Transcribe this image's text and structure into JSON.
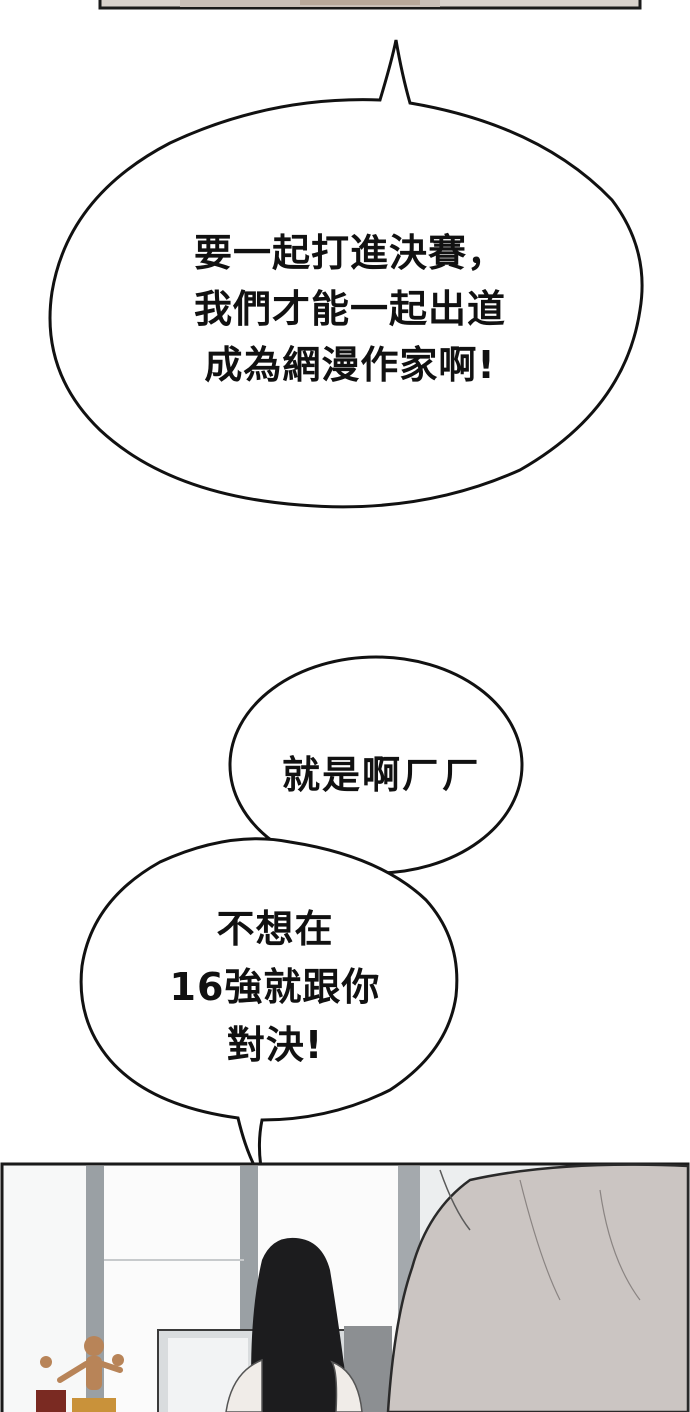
{
  "panel_top": {
    "description_hidden": true
  },
  "bubbles": [
    {
      "lines": [
        "要一起打進決賽，",
        "我們才能一起出道",
        "成為網漫作家啊!"
      ]
    },
    {
      "lines": [
        "就是啊ㄏㄏ"
      ]
    },
    {
      "lines": [
        "不想在",
        "16強就跟你",
        "對決!"
      ]
    }
  ],
  "colors": {
    "ink": "#111111",
    "panel_border": "#1a1a1a",
    "wall": "#eceeef",
    "window_frame": "#9aa0a4"
  }
}
